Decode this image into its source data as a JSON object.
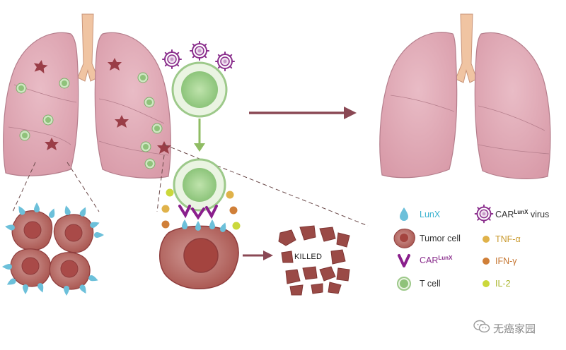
{
  "killed_label": "KILLED",
  "legend": {
    "lunx": "LunX",
    "car_virus_prefix": "CAR",
    "car_virus_sup": "LunX",
    "car_virus_suffix": " virus",
    "tumor_cell": "Tumor cell",
    "tnf": "TNF-α",
    "car_prefix": "CAR",
    "car_sup": "LunX",
    "ifn": "IFN-γ",
    "t_cell": "T cell",
    "il2": "IL-2"
  },
  "watermark": "无癌家园",
  "colors": {
    "lung_fill": "#deaab4",
    "lung_stroke": "#b57e8c",
    "trachea": "#f0c4a2",
    "tumor": "#8e3c3c",
    "tumor_light": "#c98a88",
    "tcell": "#9fce8c",
    "tcell_core": "#83bb6f",
    "lunx": "#6cc0da",
    "car": "#8a1f8c",
    "tnf": "#e0b24a",
    "ifn": "#d07f38",
    "il2": "#cbd83b",
    "arrow": "#8a4854",
    "green_arrow": "#8fbc63",
    "text_cyan": "#3ab2cf",
    "text_purple": "#8a2e8c",
    "text_dark": "#333333"
  }
}
